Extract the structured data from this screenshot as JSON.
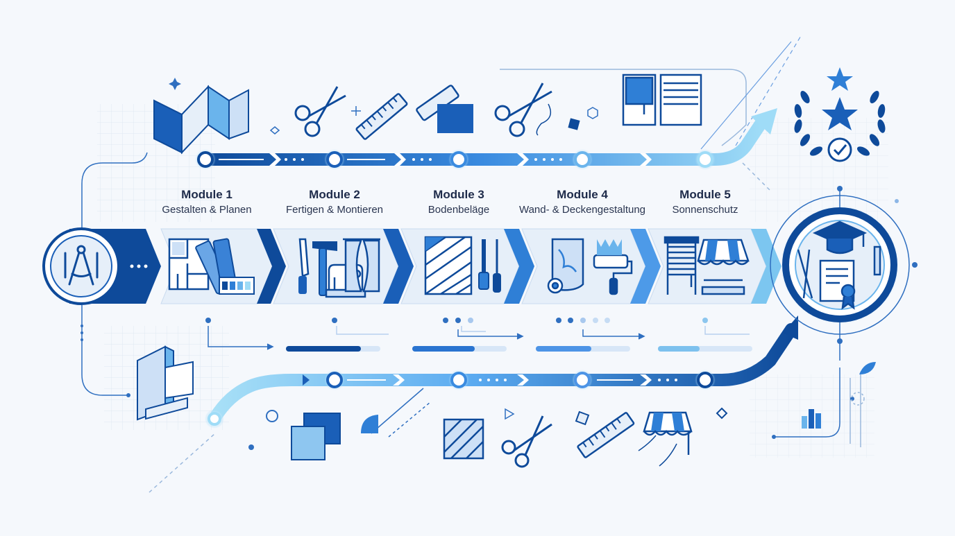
{
  "modules": [
    {
      "title": "Module 1",
      "subtitle": "Gestalten & Planen"
    },
    {
      "title": "Module 2",
      "subtitle": "Fertigen & Montieren"
    },
    {
      "title": "Module 3",
      "subtitle": "Bodenbeläge"
    },
    {
      "title": "Module 4",
      "subtitle": "Wand- & Deckengestaltung"
    },
    {
      "title": "Module 5",
      "subtitle": "Sonnenschutz"
    }
  ],
  "icons": {
    "start": "drafting-tools-icon",
    "module_1": [
      "floor-plan-icon",
      "color-swatches-icon"
    ],
    "module_2": [
      "knife-icon",
      "hammer-icon",
      "sewing-machine-icon",
      "curtain-icon"
    ],
    "module_3": [
      "parquet-floor-icon",
      "chisel-icon",
      "screwdriver-icon"
    ],
    "module_4": [
      "wallpaper-roll-icon",
      "paint-roller-icon"
    ],
    "module_5": [
      "blinds-icon",
      "awning-icon"
    ],
    "goal": "graduation-certificate-icon",
    "award": "laurel-star-award-icon"
  },
  "colors": {
    "dark_blue": "#0e4a9a",
    "mid_blue": "#2f7fd6",
    "light_blue": "#8cd0f2",
    "panel": "#e6eff9",
    "background": "#f5f8fc",
    "text": "#1e2b4a"
  }
}
